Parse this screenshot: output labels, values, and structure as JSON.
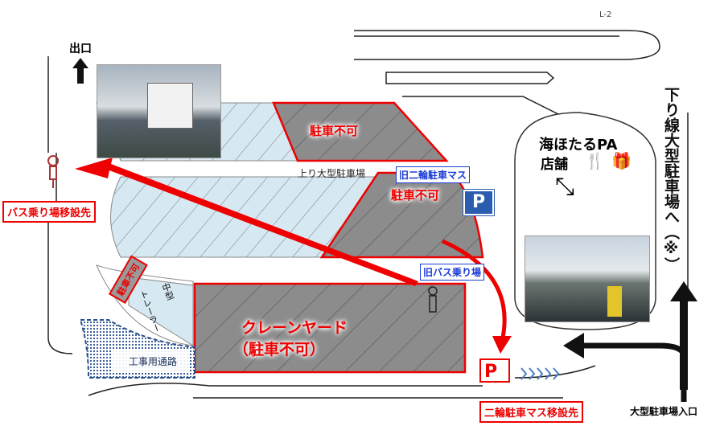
{
  "labels": {
    "exit": "出口",
    "bus_stop_new": "バス乗り場移設先",
    "up_large_parking": "上り大型駐車場",
    "no_parking": "駐車不可",
    "old_bike_parking": "旧二輪駐車マス",
    "old_bus_stop": "旧バス乗り場",
    "crane_yard_line1": "クレーンヤード",
    "crane_yard_line2": "（駐車不可）",
    "construction_road": "工事用通路",
    "medium": "中型",
    "trailer": "トレーラー",
    "pa_shop_line1": "海ほたるPA",
    "pa_shop_line2": "店舗",
    "down_large_parking": "下り線大型駐車場へ（※）",
    "large_parking_entrance": "大型駐車場入口",
    "bike_parking_new": "二輪駐車マス移設先",
    "map_code": "L-2",
    "parking_sign": "P"
  },
  "icons": [
    "bus-stop-icon",
    "parking-icon",
    "motorcycle-icon",
    "restaurant-icon",
    "gift-icon",
    "escalator-icon",
    "arrow-up-icon"
  ],
  "colors": {
    "highlight": "#e00000",
    "info": "#1a3cd6",
    "parking_space": "#d6e9f2",
    "no_parking_area": "#8a8a8a",
    "construction": "#2a4f8c"
  }
}
